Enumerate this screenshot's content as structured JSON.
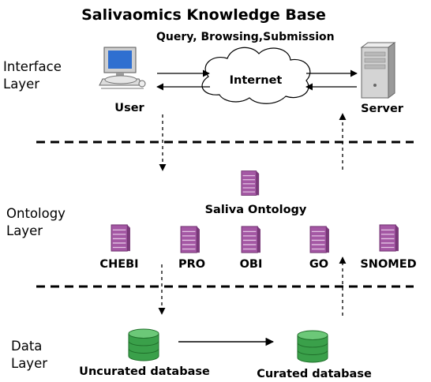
{
  "title": "Salivaomics Knowledge Base",
  "layers": {
    "interface": [
      "Interface",
      "Layer"
    ],
    "ontology": [
      "Ontology",
      "Layer"
    ],
    "data": [
      "Data",
      "Layer"
    ]
  },
  "interface": {
    "channel_label": "Query, Browsing,Submission",
    "internet_label": "Internet",
    "user_label": "User",
    "server_label": "Server"
  },
  "ontology": {
    "main_label": "Saliva Ontology",
    "members": [
      "CHEBI",
      "PRO",
      "OBI",
      "GO",
      "SNOMED"
    ]
  },
  "data": {
    "uncurated_label": "Uncurated database",
    "curated_label": "Curated database"
  },
  "colors": {
    "ontology_purple": "#9b4a9b",
    "database_green": "#3aa04a",
    "monitor_blue": "#2f6fd0",
    "line": "#000000"
  }
}
